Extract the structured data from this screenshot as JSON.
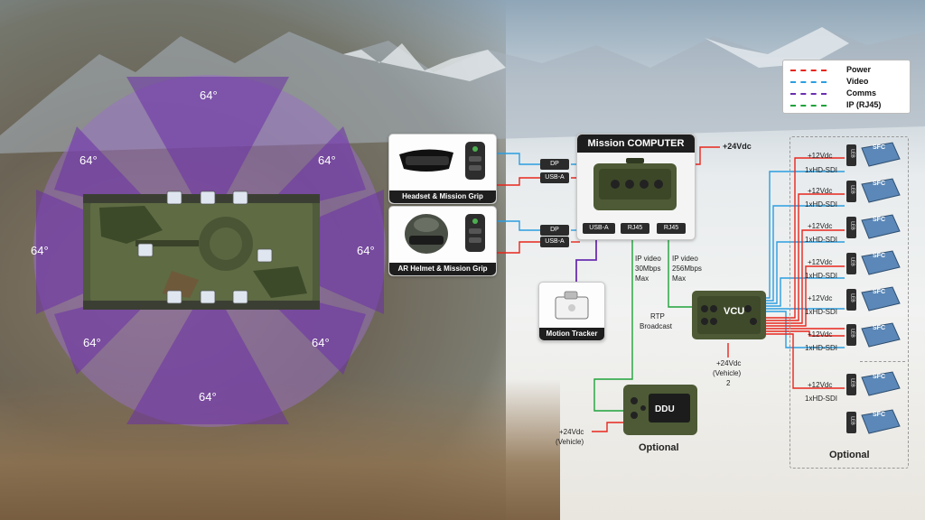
{
  "fov": {
    "angle_label": "64°",
    "sectors": 8
  },
  "legend": {
    "items": [
      {
        "label": "Power",
        "color": "#e8261c"
      },
      {
        "label": "Video",
        "color": "#2a9ee0"
      },
      {
        "label": "Comms",
        "color": "#6a2fb0"
      },
      {
        "label": "IP (RJ45)",
        "color": "#1fa23a"
      }
    ]
  },
  "headset": {
    "caption": "Headset & Mission Grip",
    "port_dp": "DP",
    "port_usb": "USB-A"
  },
  "helmet": {
    "caption": "AR Helmet & Mission Grip",
    "port_dp": "DP",
    "port_usb": "USB-A"
  },
  "mission_computer": {
    "title": "Mission COMPUTER",
    "power": "+24Vdc",
    "ports": [
      "USB-A",
      "RJ45",
      "RJ45"
    ]
  },
  "ip_video_1": [
    "IP video",
    "30Mbps",
    "Max"
  ],
  "ip_video_2": [
    "IP video",
    "256Mbps",
    "Max"
  ],
  "rtp": [
    "RTP",
    "Broadcast"
  ],
  "motion_tracker": {
    "caption": "Motion Tracker"
  },
  "vcu": {
    "label": "VCU",
    "power": [
      "+24Vdc",
      "(Vehicle)",
      "2"
    ]
  },
  "ddu": {
    "label": "DDU",
    "power": [
      "+24Vdc",
      "(Vehicle)"
    ],
    "optional": "Optional"
  },
  "sfc_group": {
    "optional": "Optional",
    "channels": [
      {
        "power": "+12Vdc",
        "video": "1xHD-SDI"
      },
      {
        "power": "+12Vdc",
        "video": "1xHD-SDI"
      },
      {
        "power": "+12Vdc",
        "video": "1xHD-SDI"
      },
      {
        "power": "+12Vdc",
        "video": "1xHD-SDI"
      },
      {
        "power": "+12Vdc",
        "video": "1xHD-SDI"
      },
      {
        "power": "+12Vdc",
        "video": "1xHD-SDI"
      },
      {
        "power": "+12Vdc",
        "video": "1xHD-SDI"
      }
    ],
    "leb_label": "LEB",
    "sfc_label": "SFC"
  }
}
